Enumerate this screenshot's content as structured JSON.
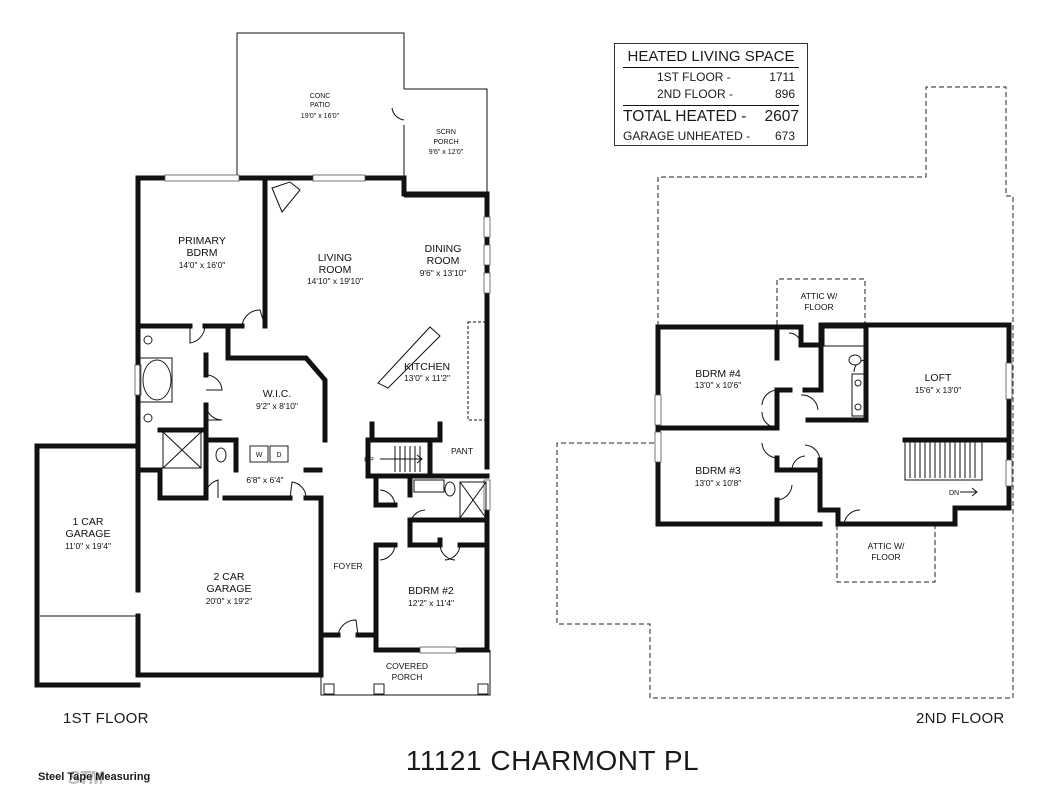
{
  "legend": {
    "title": "HEATED LIVING SPACE",
    "rows": [
      {
        "label": "1ST FLOOR -",
        "value": "1711"
      },
      {
        "label": "2ND FLOOR -",
        "value": "896"
      }
    ],
    "total": {
      "label": "TOTAL HEATED -",
      "value": "2607"
    },
    "garage": {
      "label": "GARAGE UNHEATED -",
      "value": "673"
    }
  },
  "floor1": {
    "label": "1ST FLOOR",
    "rooms": {
      "patio": {
        "name1": "CONC",
        "name2": "PATIO",
        "dim": "19'0\" x 16'0\""
      },
      "porch": {
        "name1": "SCRN",
        "name2": "PORCH",
        "dim": "9'6\" x 12'0\""
      },
      "primary": {
        "name1": "PRIMARY",
        "name2": "BDRM",
        "dim": "14'0\" x 16'0\""
      },
      "living": {
        "name1": "LIVING",
        "name2": "ROOM",
        "dim": "14'10\" x 19'10\""
      },
      "dining": {
        "name1": "DINING",
        "name2": "ROOM",
        "dim": "9'6\" x 13'10\""
      },
      "kitchen": {
        "name1": "KITCHEN",
        "dim": "13'0\" x 11'2\""
      },
      "wic": {
        "name1": "W.I.C.",
        "dim": "9'2\" x 8'10\""
      },
      "laundry": {
        "dim": "6'8\" x 6'4\"",
        "washer": "W",
        "dryer": "D"
      },
      "pant": {
        "name1": "PANT"
      },
      "up": {
        "name1": "UP"
      },
      "garage1": {
        "name1": "1 CAR",
        "name2": "GARAGE",
        "dim": "11'0\" x 19'4\""
      },
      "garage2": {
        "name1": "2 CAR",
        "name2": "GARAGE",
        "dim": "20'0\" x 19'2\""
      },
      "foyer": {
        "name1": "FOYER"
      },
      "bdrm2": {
        "name1": "BDRM #2",
        "dim": "12'2\" x 11'4\""
      },
      "covered": {
        "name1": "COVERED",
        "name2": "PORCH"
      }
    }
  },
  "floor2": {
    "label": "2ND FLOOR",
    "rooms": {
      "attic1": {
        "name1": "ATTIC W/",
        "name2": "FLOOR"
      },
      "attic2": {
        "name1": "ATTIC W/",
        "name2": "FLOOR"
      },
      "bdrm4": {
        "name1": "BDRM #4",
        "dim": "13'0\" x 10'6\""
      },
      "bdrm3": {
        "name1": "BDRM #3",
        "dim": "13'0\" x 10'8\""
      },
      "loft": {
        "name1": "LOFT",
        "dim": "15'6\" x 13'0\""
      },
      "dn": {
        "name1": "DN"
      }
    }
  },
  "address": "11121 CHARMONT PL",
  "brand": "Steel Tape Measuring",
  "brand_logo": "STM"
}
